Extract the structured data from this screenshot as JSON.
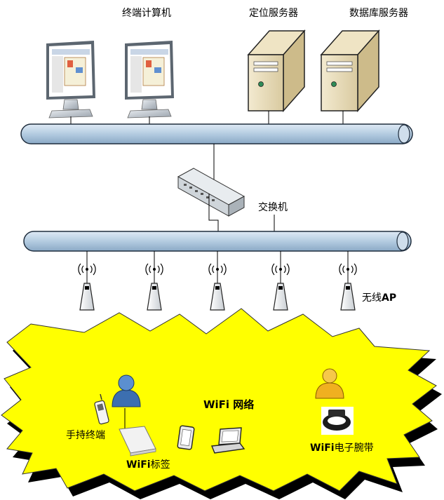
{
  "top_labels": {
    "terminal": "终端计算机",
    "location_server": "定位服务器",
    "database_server": "数据库服务器"
  },
  "switch_label": "交换机",
  "ap_label_prefix": "无线",
  "ap_label_suffix": "AP",
  "wifi_network_prefix": "WiFi",
  "wifi_network_suffix": " 网络",
  "handheld_label": "手持终端",
  "tag_label_prefix": "WiFi",
  "tag_label_suffix": "标签",
  "wristband_label_prefix": "WiFi",
  "wristband_label_suffix": "电子腕带",
  "colors": {
    "bus_fill": "#b8cfe3",
    "bus_stroke": "#1f2d3d",
    "starburst": "#ffff00",
    "starburst_shadow": "#000000",
    "person_blue": "#3c6fb0",
    "person_gold": "#f0b020"
  }
}
